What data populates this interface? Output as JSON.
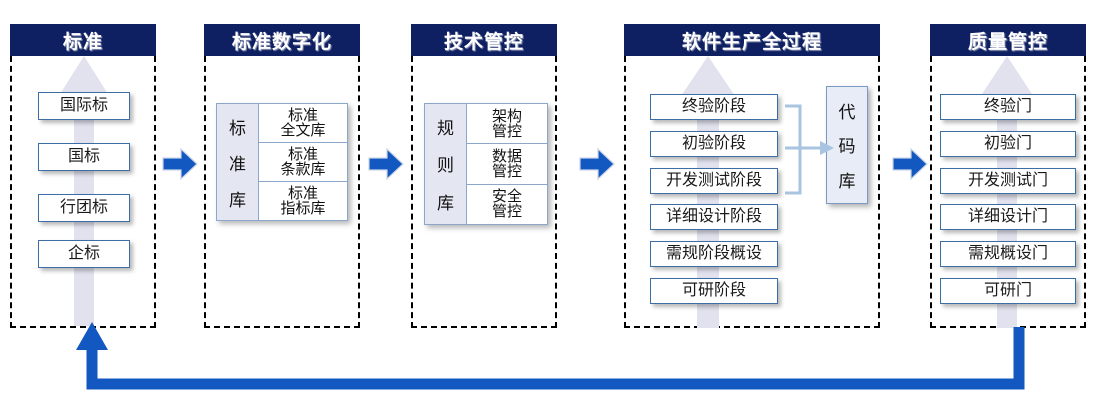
{
  "diagram": {
    "title_colors": {
      "header_bg": "#0e2062",
      "header_text": "#ffffff",
      "arrow_blue": "#1258c0",
      "bg_arrow_lavender": "#e2e2ef",
      "box_border": "#3b6ea5",
      "lib_side_bg": "#e4e6f2",
      "repo_bg": "#e8ecf6",
      "connector_blue": "#a8c4e0"
    },
    "panels": [
      {
        "id": "standards",
        "header": "标准",
        "items": [
          {
            "label": "国际标"
          },
          {
            "label": "国标"
          },
          {
            "label": "行团标"
          },
          {
            "label": "企标"
          }
        ]
      },
      {
        "id": "standards-digitization",
        "header": "标准数字化",
        "library": {
          "side_chars": [
            "标",
            "准",
            "库"
          ],
          "rows": [
            {
              "line1": "标准",
              "line2": "全文库"
            },
            {
              "line1": "标准",
              "line2": "条款库"
            },
            {
              "line1": "标准",
              "line2": "指标库"
            }
          ]
        }
      },
      {
        "id": "technical-control",
        "header": "技术管控",
        "library": {
          "side_chars": [
            "规",
            "则",
            "库"
          ],
          "rows": [
            {
              "line1": "架构",
              "line2": "管控"
            },
            {
              "line1": "数据",
              "line2": "管控"
            },
            {
              "line1": "安全",
              "line2": "管控"
            }
          ]
        }
      },
      {
        "id": "software-production-lifecycle",
        "header": "软件生产全过程",
        "items": [
          {
            "label": "终验阶段"
          },
          {
            "label": "初验阶段"
          },
          {
            "label": "开发测试阶段"
          },
          {
            "label": "详细设计阶段"
          },
          {
            "label": "需规阶段概设"
          },
          {
            "label": "可研阶段"
          }
        ],
        "repo": {
          "chars": [
            "代",
            "码",
            "库"
          ]
        }
      },
      {
        "id": "quality-control",
        "header": "质量管控",
        "items": [
          {
            "label": "终验门"
          },
          {
            "label": "初验门"
          },
          {
            "label": "开发测试门"
          },
          {
            "label": "详细设计门"
          },
          {
            "label": "需规概设门"
          },
          {
            "label": "可研门"
          }
        ]
      }
    ],
    "step_arrows": [
      {
        "id": "arrow-1-2",
        "from": "standards",
        "to": "standards-digitization"
      },
      {
        "id": "arrow-2-3",
        "from": "standards-digitization",
        "to": "technical-control"
      },
      {
        "id": "arrow-3-4",
        "from": "technical-control",
        "to": "software-production-lifecycle"
      },
      {
        "id": "arrow-4-5",
        "from": "software-production-lifecycle",
        "to": "quality-control"
      }
    ],
    "feedback_loop": {
      "from": "quality-control",
      "to": "standards"
    }
  }
}
